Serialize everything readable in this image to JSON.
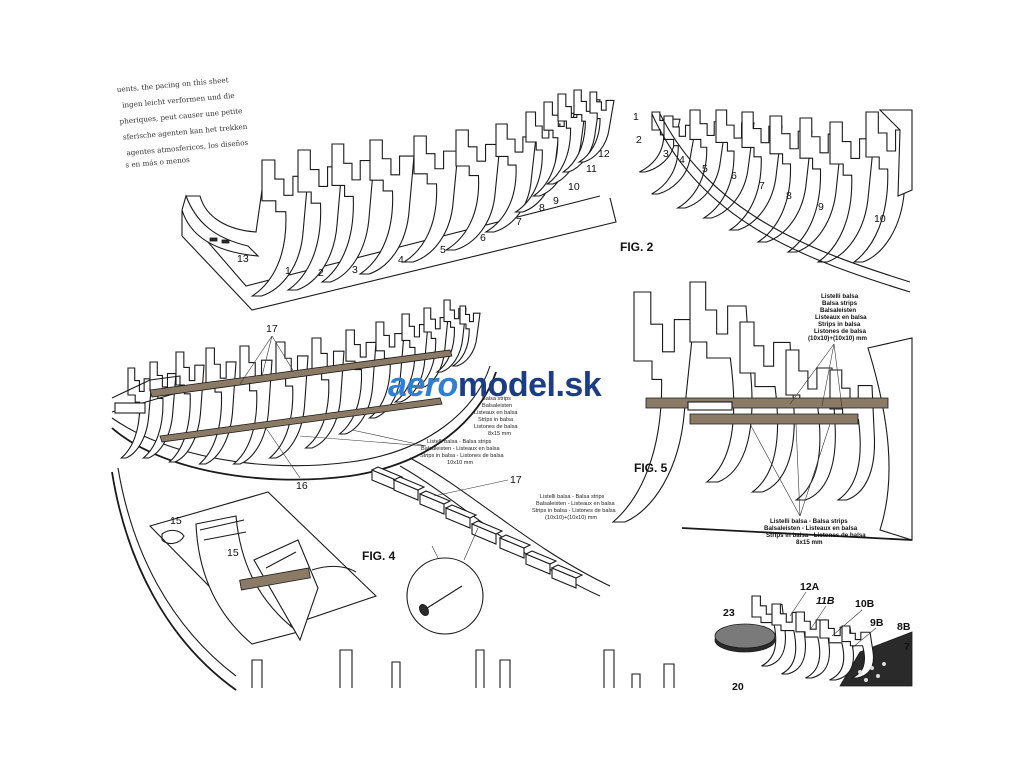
{
  "intro_lines": [
    "uents, the pacing on this sheet",
    "ingen leicht verformen und die",
    "pheriques, peut causer une petite",
    "sferische agenten kan het trekken",
    "agentes atmosfericos, los diseños",
    "s en más o menos"
  ],
  "fig1": {
    "frame_numbers": [
      "13",
      "1",
      "2",
      "3",
      "4",
      "5",
      "6",
      "7",
      "8",
      "9",
      "10",
      "11",
      "12"
    ]
  },
  "fig2": {
    "label": "FIG. 2",
    "frame_numbers": [
      "1",
      "2",
      "3",
      "4",
      "5",
      "6",
      "7",
      "8",
      "9",
      "10"
    ]
  },
  "fig3": {
    "numbers": [
      "17",
      "16"
    ],
    "strip_note_top": [
      "Balsa strips",
      "Balsaleisten",
      "Listeaux en balsa",
      "Strips in balsa",
      "Listones de balsa",
      "8x15 mm"
    ],
    "strip_note_mid": [
      "Listelli balsa - Balsa strips",
      "Balsaleisten - Listeaux en balsa",
      "Strips in balsa - Listones de balsa",
      "10x10 mm"
    ]
  },
  "fig4": {
    "label": "FIG. 4",
    "numbers": [
      "15",
      "15",
      "17"
    ],
    "strip_note": [
      "Listelli balsa - Balsa strips",
      "Balsaleisten - Listeaux en balsa",
      "Strips in balsa - Listones de balsa",
      "(10x10)+(10x10) mm"
    ]
  },
  "fig5": {
    "label": "FIG. 5",
    "note_top": [
      "Listelli balsa",
      "Balsa strips",
      "Balsaleisten",
      "Listeaux en balsa",
      "Strips in balsa",
      "Listones de balsa",
      "(10x10)+(10x10) mm"
    ],
    "note_bottom": [
      "Listelli balsa - Balsa strips",
      "Balsaleisten - Listeaux en balsa",
      "Strips in balsa - Listones de balsa",
      "8x15 mm"
    ]
  },
  "fig6": {
    "numbers": [
      "12A",
      "11B",
      "10B",
      "9B",
      "8B",
      "7",
      "23",
      "20"
    ]
  },
  "watermark": {
    "part1": "aero",
    "part2": "model.sk"
  },
  "colors": {
    "line": "#1a1a1a",
    "watermark_light": "#2f7fd2",
    "watermark_dark": "#1a3d86",
    "background": "#ffffff"
  }
}
